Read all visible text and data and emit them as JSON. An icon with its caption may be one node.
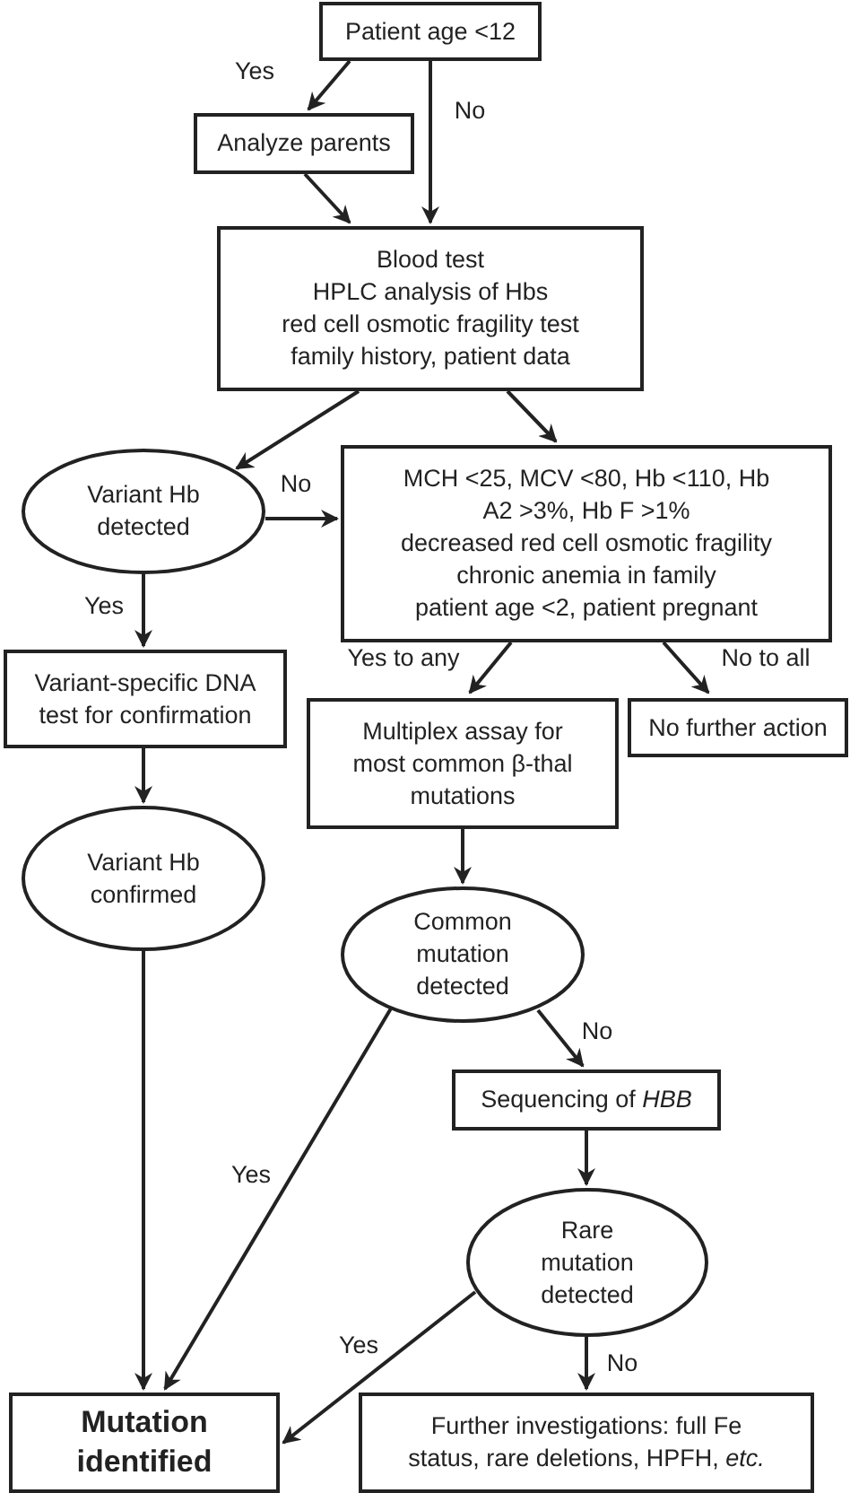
{
  "diagram": {
    "nodes": [
      {
        "text": [
          "Patient age <12"
        ]
      },
      {
        "text": [
          "Analyze parents"
        ]
      },
      {
        "text": [
          "Blood test",
          "HPLC analysis of Hbs",
          "red cell osmotic fragility test",
          "family history, patient data"
        ]
      },
      {
        "text": [
          "Variant Hb detected"
        ]
      },
      {
        "text": [
          "MCH <25, MCV <80, Hb <110, Hb A2 >3%, Hb F >1%",
          "decreased red cell osmotic fragility",
          "chronic anemia in family",
          "patient age <2, patient pregnant"
        ]
      },
      {
        "text": [
          "Variant-specific DNA test for confirmation"
        ]
      },
      {
        "text": [
          "Multiplex assay for most common β-thal mutations"
        ]
      },
      {
        "text": [
          "No further action"
        ]
      },
      {
        "text": [
          "Variant Hb confirmed"
        ]
      },
      {
        "text": [
          "Common mutation detected"
        ]
      },
      {
        "text": [
          "Sequencing of *HBB*"
        ]
      },
      {
        "text": [
          "Rare mutation detected"
        ]
      },
      {
        "text": [
          "Mutation identified"
        ]
      },
      {
        "text": [
          "Further investigations: full Fe status, rare deletions, HPFH, *etc.*"
        ]
      }
    ],
    "edges": [
      {
        "from": 0,
        "to": 1,
        "arrow": "to",
        "label": "Yes"
      },
      {
        "from": 0,
        "to": 2,
        "arrow": "to",
        "label": "No"
      },
      {
        "from": 1,
        "to": 2,
        "arrow": "to"
      },
      {
        "from": 2,
        "to": 3,
        "arrow": "to"
      },
      {
        "from": 2,
        "to": 4,
        "arrow": "to"
      },
      {
        "from": 3,
        "to": 4,
        "arrow": "to",
        "label": "No"
      },
      {
        "from": 3,
        "to": 5,
        "arrow": "to",
        "label": "Yes"
      },
      {
        "from": 4,
        "to": 6,
        "arrow": "to",
        "label": "Yes to any"
      },
      {
        "from": 4,
        "to": 7,
        "arrow": "to",
        "label": "No to all"
      },
      {
        "from": 5,
        "to": 8,
        "arrow": "to"
      },
      {
        "from": 6,
        "to": 9,
        "arrow": "to"
      },
      {
        "from": 8,
        "to": 12,
        "arrow": "to"
      },
      {
        "from": 9,
        "to": 12,
        "arrow": "to",
        "label": "Yes"
      },
      {
        "from": 9,
        "to": 10,
        "arrow": "to",
        "label": "No"
      },
      {
        "from": 10,
        "to": 11,
        "arrow": "to"
      },
      {
        "from": 11,
        "to": 12,
        "arrow": "to",
        "label": "Yes"
      },
      {
        "from": 11,
        "to": 13,
        "arrow": "to",
        "label": "No"
      }
    ]
  }
}
